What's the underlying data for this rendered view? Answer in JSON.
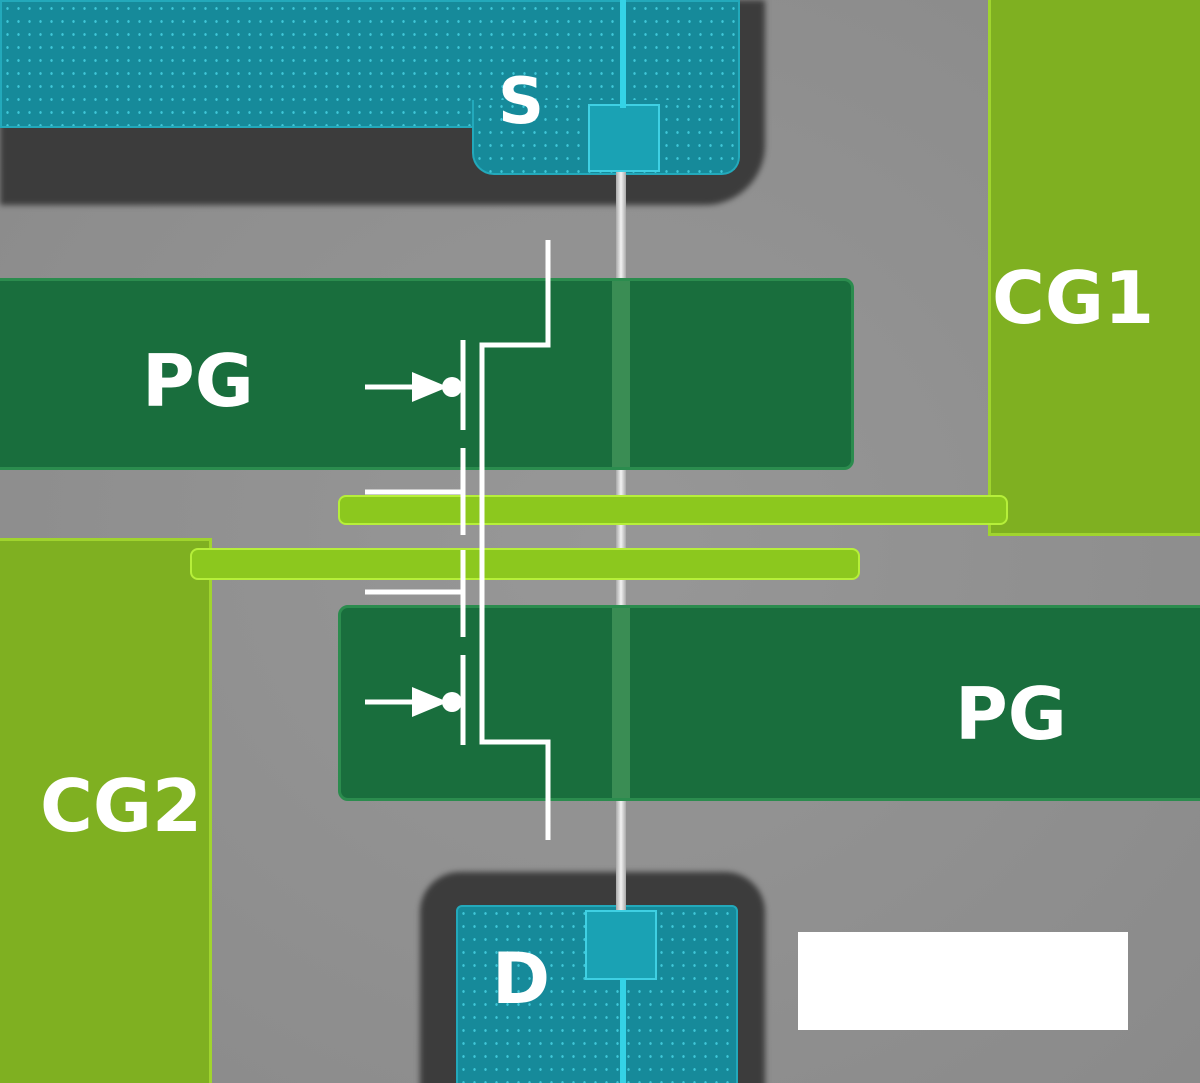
{
  "labels": {
    "source": "S",
    "drain": "D",
    "plunger_gate_top": "PG",
    "plunger_gate_bottom": "PG",
    "control_gate_1": "CG1",
    "control_gate_2": "CG2"
  },
  "colors": {
    "substrate": "#8e8e8e",
    "contact": "#168a9a",
    "contact_edge": "#3fc7d8",
    "nanowire": "#dcdcdc",
    "plunger_gate": "#196e3d",
    "control_gate": "#7fb021",
    "control_gate_finger": "#8cc81e",
    "overlay": "#ffffff"
  },
  "icons": {
    "circuit_overlay": "double-gate-transistor-symbol-icon",
    "scale_bar": "scale-bar-icon"
  }
}
